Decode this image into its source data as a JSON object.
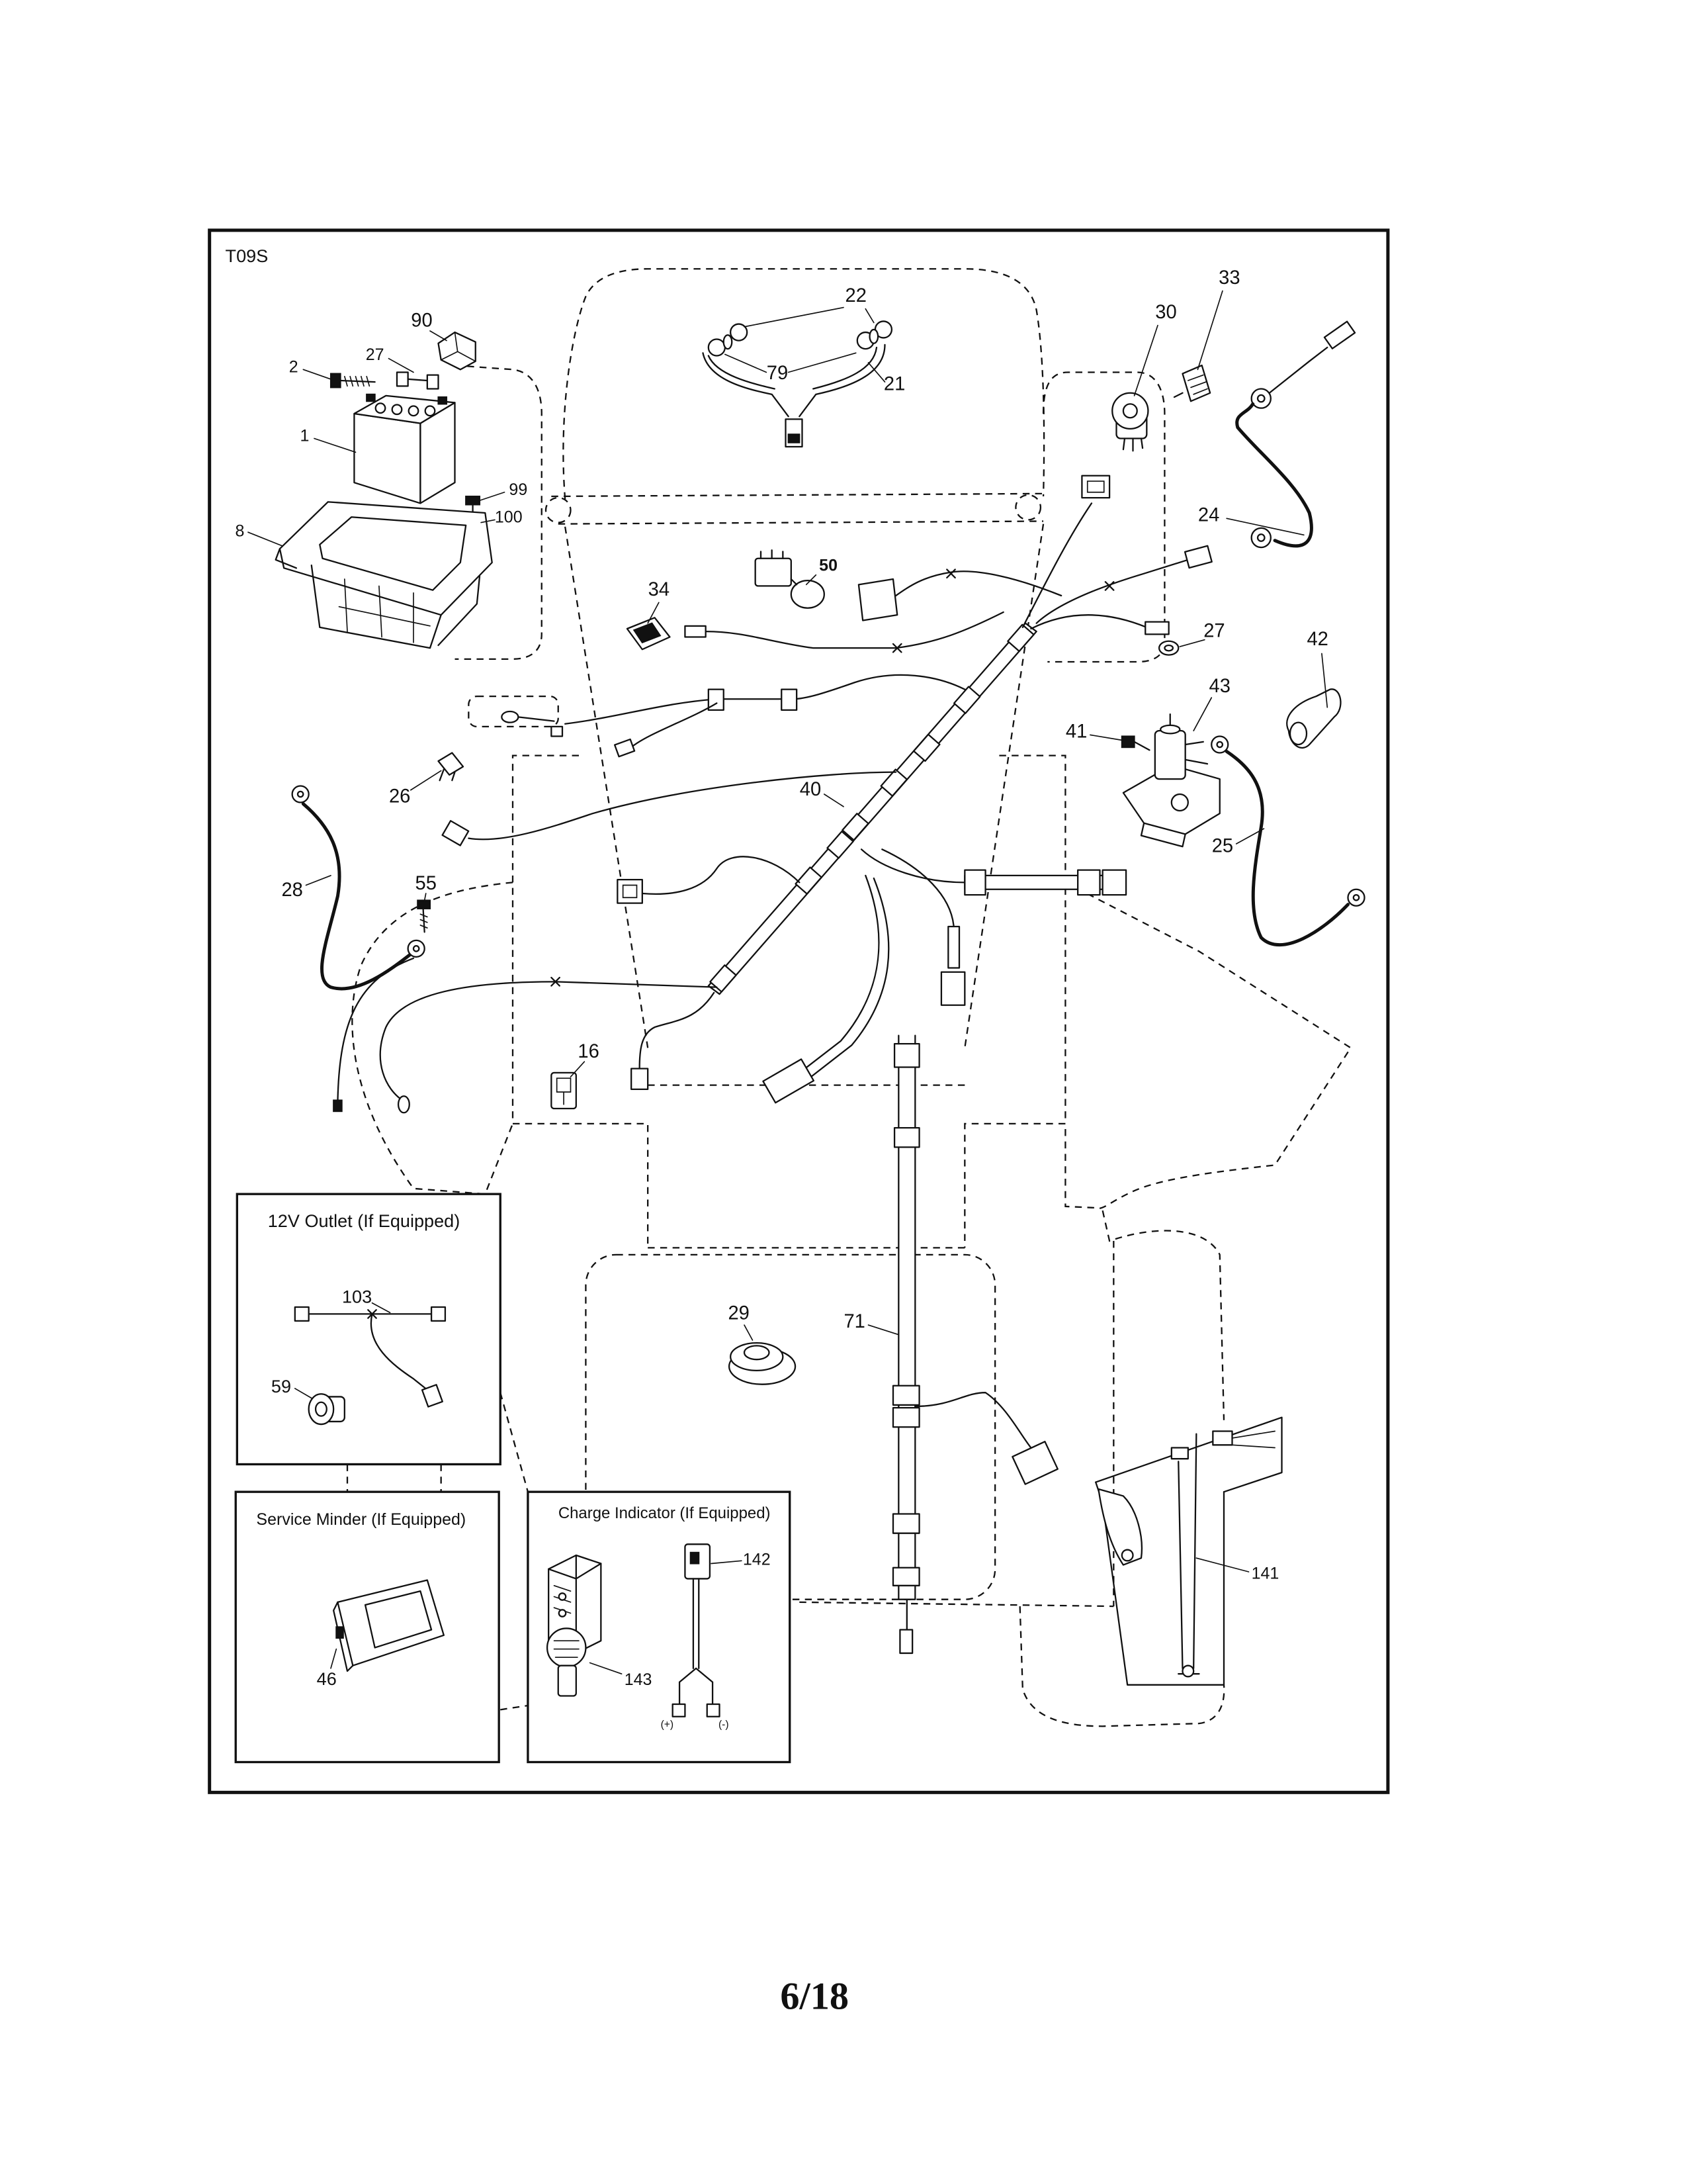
{
  "diagram_code": "T09S",
  "page_number": "6/18",
  "callouts": [
    "90",
    "27",
    "2",
    "1",
    "99",
    "100",
    "8",
    "22",
    "79",
    "21",
    "30",
    "33",
    "24",
    "34",
    "50",
    "27",
    "42",
    "43",
    "41",
    "26",
    "40",
    "28",
    "55",
    "25",
    "16",
    "29",
    "71",
    "141"
  ],
  "insets": {
    "outlet": {
      "title": "12V Outlet (If Equipped)",
      "callouts": [
        "103",
        "59"
      ]
    },
    "service_minder": {
      "title": "Service Minder (If Equipped)",
      "callouts": [
        "46"
      ]
    },
    "charge_indicator": {
      "title": "Charge Indicator (If Equipped)",
      "callouts": [
        "142",
        "143"
      ],
      "terminals": [
        "(+)",
        "(-)"
      ]
    }
  },
  "colors": {
    "ink": "#111111",
    "paper": "#ffffff"
  }
}
